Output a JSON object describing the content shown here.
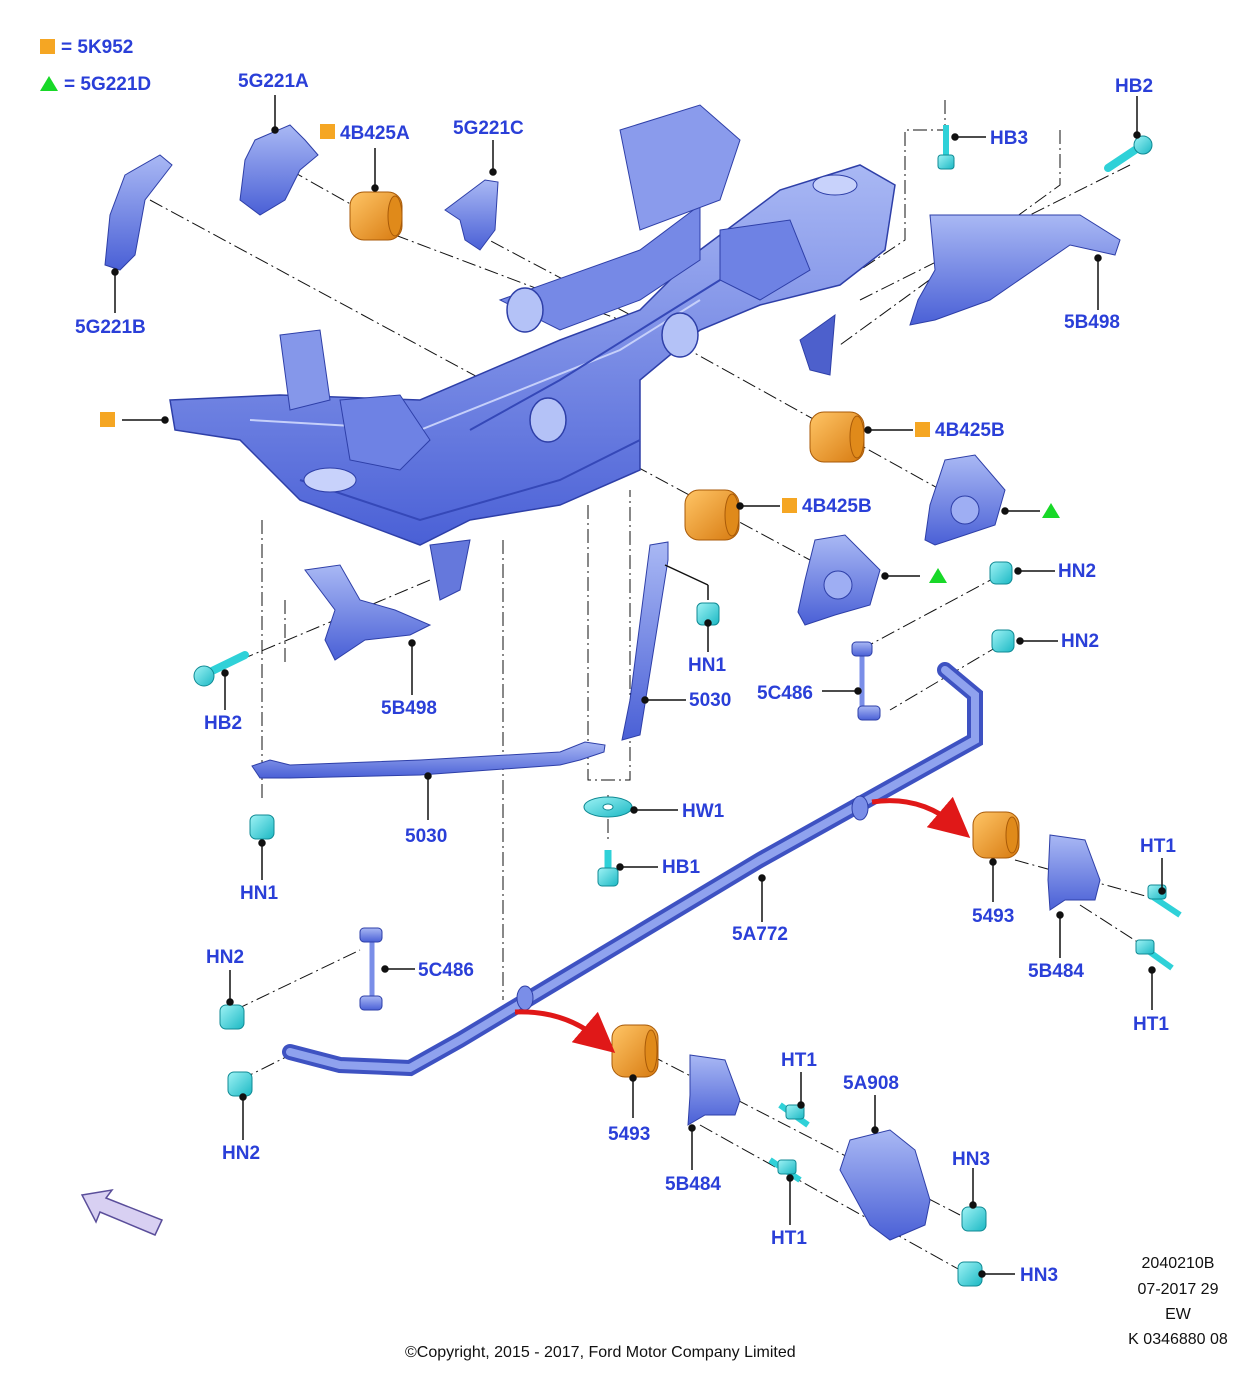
{
  "colors": {
    "label": "#2a3fd8",
    "part_blue": "#5c73e0",
    "part_blue_dark": "#3e52c2",
    "part_blue_light": "#9fb0f2",
    "fastener_cyan": "#2fd1d8",
    "bushing_orange": "#f29a22",
    "legend_square": "#f5a623",
    "legend_triangle": "#18d828",
    "arrow_red": "#e01818",
    "leader": "#111111"
  },
  "legend": [
    {
      "symbol": "square",
      "code": "5K952"
    },
    {
      "symbol": "triangle",
      "code": "5G221D"
    }
  ],
  "labels": {
    "l01": "5G221A",
    "l02": "4B425A",
    "l03": "5G221C",
    "l04": "HB2",
    "l05": "HB3",
    "l06": "5G221B",
    "l07": "5B498",
    "l08": "4B425B",
    "l09": "4B425B",
    "l10": "HN2",
    "l11": "HN2",
    "l12": "5C486",
    "l13": "HN1",
    "l14": "5030",
    "l15": "HB2",
    "l16": "5B498",
    "l17": "5030",
    "l18": "HW1",
    "l19": "HB1",
    "l20": "HN1",
    "l21": "HT1",
    "l22": "5493",
    "l23": "5B484",
    "l24": "HT1",
    "l25": "5A772",
    "l26": "HN2",
    "l27": "5C486",
    "l28": "HN2",
    "l29": "HT1",
    "l30": "5A908",
    "l31": "5493",
    "l32": "5B484",
    "l33": "HN3",
    "l34": "HT1",
    "l35": "HN3"
  },
  "drawing_info": [
    "2040210B",
    "07-2017 29",
    "EW",
    "K 0346880 08"
  ],
  "copyright": "©Copyright, 2015 - 2017, Ford Motor Company Limited"
}
